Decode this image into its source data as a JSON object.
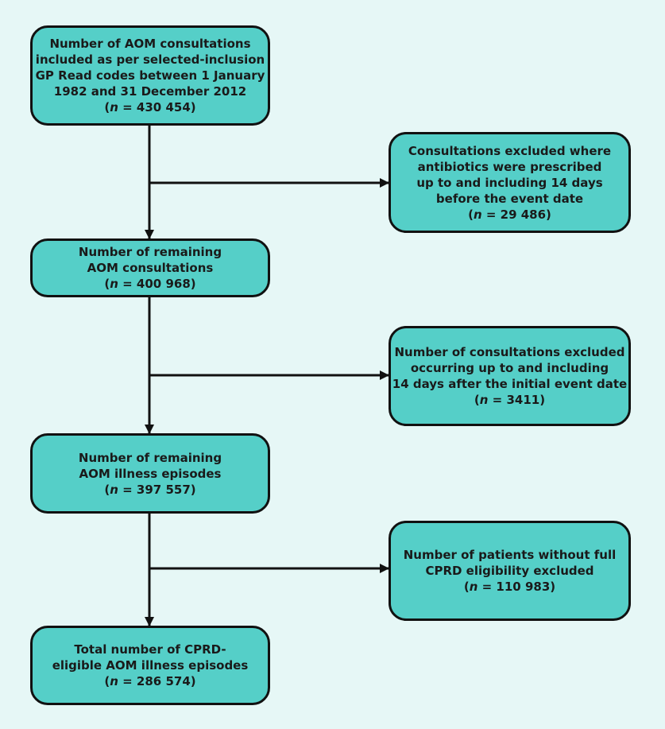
{
  "boxes": {
    "box1": {
      "lines": [
        "Number of AOM consultations",
        "included as per selected-inclusion",
        "GP Read codes between 1 January",
        "1982 and 31 December 2012"
      ],
      "n_symbol": "n",
      "n_value": " = 430 454)"
    },
    "box2": {
      "lines": [
        "Consultations excluded where",
        "antibiotics were prescribed",
        "up to and including 14 days",
        "before the event date"
      ],
      "n_symbol": "n",
      "n_value": " = 29 486)"
    },
    "box3": {
      "lines": [
        "Number of remaining",
        "AOM consultations"
      ],
      "n_symbol": "n",
      "n_value": " = 400 968)"
    },
    "box4": {
      "lines": [
        "Number of consultations excluded",
        "occurring up to and including",
        "14 days after the initial event date"
      ],
      "n_symbol": "n",
      "n_value": " = 3411)"
    },
    "box5": {
      "lines": [
        "Number of remaining",
        "AOM illness episodes"
      ],
      "n_symbol": "n",
      "n_value": " = 397 557)"
    },
    "box6": {
      "lines": [
        "Number of patients without full",
        "CPRD eligibility excluded"
      ],
      "n_symbol": "n",
      "n_value": " = 110 983)"
    },
    "box7": {
      "lines": [
        "Total number of CPRD-",
        "eligible AOM illness episodes"
      ],
      "n_symbol": "n",
      "n_value": " = 286 574)"
    }
  },
  "open_paren": "(",
  "colors": {
    "background": "#e6f7f6",
    "box_fill": "#55cfc8",
    "stroke": "#111111"
  }
}
